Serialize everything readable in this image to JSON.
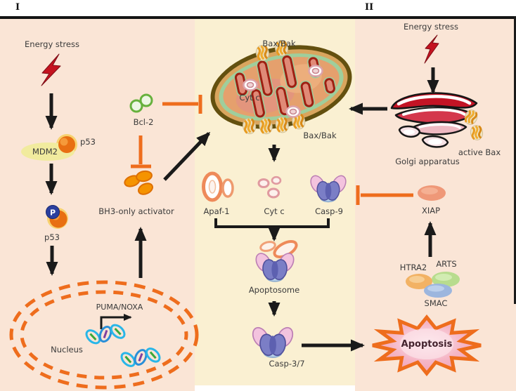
{
  "figure": {
    "section1_label": "I",
    "section2_label": "II"
  },
  "section1": {
    "energy_stress_label": "Energy stress",
    "mdm2_label": "MDM2",
    "p53_label": "p53",
    "phospho_label": "P",
    "p53_phospho_label": "p53",
    "bcl2_label": "Bcl-2",
    "bh3_label": "BH3-only activator",
    "puma_noxa_label": "PUMA/NOXA",
    "nucleus_label": "Nucleus"
  },
  "mitochondria": {
    "bax_bak_top_label": "Bax/Bak",
    "bax_bak_bottom_label": "Bax/Bak",
    "cyt_c_label": "Cyt c"
  },
  "cascade": {
    "apaf1_label": "Apaf-1",
    "cyt_c_label": "Cyt c",
    "casp9_label": "Casp-9",
    "apoptosome_label": "Apoptosome",
    "casp37_label": "Casp-3/7",
    "apoptosis_label": "Apoptosis"
  },
  "section2": {
    "energy_stress_label": "Energy stress",
    "golgi_label": "Golgi apparatus",
    "active_bax_label": "active Bax",
    "xiap_label": "XIAP",
    "htra2_label": "HTRA2",
    "arts_label": "ARTS",
    "smac_label": "SMAC"
  },
  "colors": {
    "panel_pink": "#fae5d6",
    "panel_yellow": "#faf0d2",
    "accent_orange": "#ee6d1d",
    "arrow_black": "#1a1a1a",
    "lightning_red": "#c41320",
    "apoptosis_fill": "#f2a6ba"
  }
}
